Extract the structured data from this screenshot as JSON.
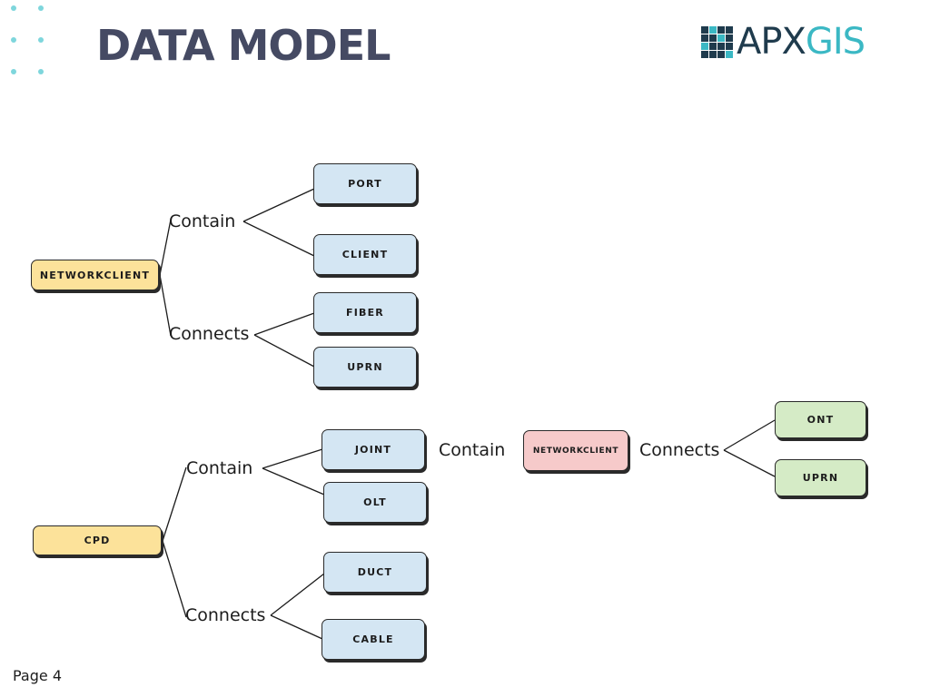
{
  "page": {
    "title": "DATA MODEL",
    "page_number": "Page 4"
  },
  "logo": {
    "part1": "APX",
    "part2": "GIS",
    "colors": {
      "dark": "#1f3b4d",
      "teal": "#3bb8c4"
    }
  },
  "diagram": {
    "nodes": {
      "networkclient_main": "NETWORKCLIENT",
      "port": "PORT",
      "client": "CLIENT",
      "fiber": "FIBER",
      "uprn_1": "UPRN",
      "cpd": "CPD",
      "joint": "JOINT",
      "olt": "OLT",
      "duct": "DUCT",
      "cable": "CABLE",
      "networkclient_sub": "NETWORKCLIENT",
      "ont": "ONT",
      "uprn_2": "UPRN"
    },
    "edge_labels": {
      "nc_contain": "Contain",
      "nc_connects": "Connects",
      "cpd_contain": "Contain",
      "cpd_connects": "Connects",
      "joint_contain": "Contain",
      "ncsub_connects": "Connects"
    }
  }
}
